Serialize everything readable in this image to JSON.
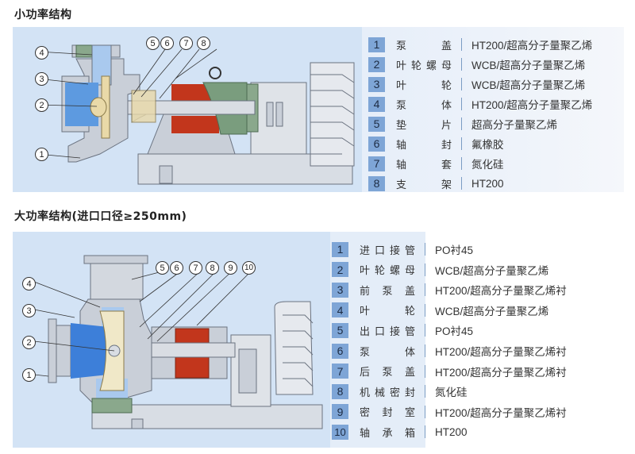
{
  "small": {
    "title": "小功率结构",
    "parts": [
      {
        "no": "1",
        "name": [
          "泵",
          "盖"
        ],
        "material": "HT200/超高分子量聚乙烯"
      },
      {
        "no": "2",
        "name": [
          "叶",
          "轮",
          "螺",
          "母"
        ],
        "material": "WCB/超高分子量聚乙烯"
      },
      {
        "no": "3",
        "name": [
          "叶",
          "轮"
        ],
        "material": "WCB/超高分子量聚乙烯"
      },
      {
        "no": "4",
        "name": [
          "泵",
          "体"
        ],
        "material": "HT200/超高分子量聚乙烯"
      },
      {
        "no": "5",
        "name": [
          "垫",
          "片"
        ],
        "material": "超高分子量聚乙烯"
      },
      {
        "no": "6",
        "name": [
          "轴",
          "封"
        ],
        "material": "氟橡胶"
      },
      {
        "no": "7",
        "name": [
          "轴",
          "套"
        ],
        "material": "氮化硅"
      },
      {
        "no": "8",
        "name": [
          "支",
          "架"
        ],
        "material": "HT200"
      }
    ],
    "callouts": [
      "1",
      "2",
      "3",
      "4",
      "5",
      "6",
      "7",
      "8"
    ]
  },
  "large": {
    "title": "大功率结构(进口口径≥250mm)",
    "parts": [
      {
        "no": "1",
        "name": [
          "进",
          "口",
          "接",
          "管"
        ],
        "material": "PO衬45"
      },
      {
        "no": "2",
        "name": [
          "叶",
          "轮",
          "螺",
          "母"
        ],
        "material": "WCB/超高分子量聚乙烯"
      },
      {
        "no": "3",
        "name": [
          "前",
          "泵",
          "盖"
        ],
        "material": "HT200/超高分子量聚乙烯衬"
      },
      {
        "no": "4",
        "name": [
          "叶",
          "轮"
        ],
        "material": "WCB/超高分子量聚乙烯"
      },
      {
        "no": "5",
        "name": [
          "出",
          "口",
          "接",
          "管"
        ],
        "material": "PO衬45"
      },
      {
        "no": "6",
        "name": [
          "泵",
          "体"
        ],
        "material": "HT200/超高分子量聚乙烯衬"
      },
      {
        "no": "7",
        "name": [
          "后",
          "泵",
          "盖"
        ],
        "material": "HT200/超高分子量聚乙烯衬"
      },
      {
        "no": "8",
        "name": [
          "机",
          "械",
          "密",
          "封"
        ],
        "material": "氮化硅"
      },
      {
        "no": "9",
        "name": [
          "密",
          "封",
          "室"
        ],
        "material": "HT200/超高分子量聚乙烯衬"
      },
      {
        "no": "10",
        "name": [
          "轴",
          "承",
          "箱"
        ],
        "material": "HT200"
      }
    ],
    "callouts": [
      "1",
      "2",
      "3",
      "4",
      "5",
      "6",
      "7",
      "8",
      "9",
      "10"
    ]
  },
  "colors": {
    "badge": "#7ea5d6",
    "panel": "#d3e3f5",
    "casing": "#c9cfd8",
    "lining_blue": "#3d7fd9",
    "impeller": "#e9d9a8",
    "bearing_red": "#c2361c",
    "motor_green": "#7a9d7e"
  }
}
